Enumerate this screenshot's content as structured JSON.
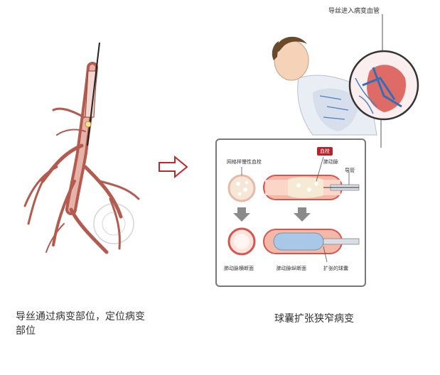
{
  "left_caption_line1": "导丝通过病变部位，定位病变",
  "left_caption_line2": "部位",
  "right_caption": "球囊扩张狭窄病变",
  "top_label": "导丝进入病变血管",
  "panel": {
    "tag": "血栓",
    "label_cross_thrombus": "网格样慢性血栓",
    "label_artery": "肺动脉",
    "label_catheter": "导管",
    "label_cross_section": "肺动脉横断面",
    "label_long_section": "肺动脉纵断面",
    "label_balloon": "扩张的球囊"
  },
  "colors": {
    "vessel": "#b45a4e",
    "vessel_light": "#e6b3a8",
    "arrow_red": "#c0282d",
    "artery_red": "#d9534f",
    "balloon_blue": "#a9c8e8",
    "gray_arrow": "#8a8a8a"
  }
}
